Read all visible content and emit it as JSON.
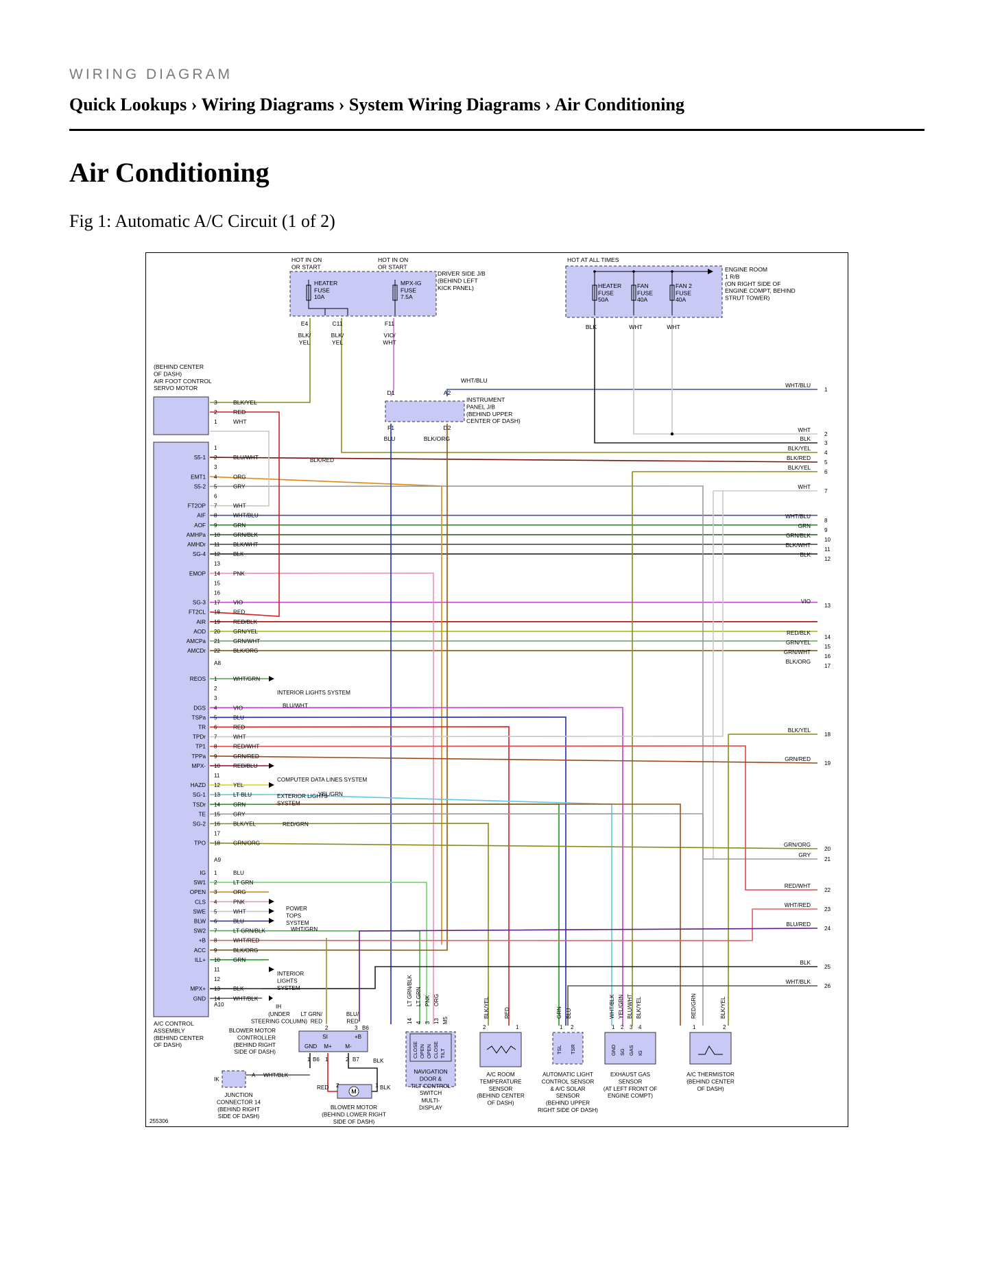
{
  "header": {
    "kicker": "WIRING DIAGRAM",
    "breadcrumb": [
      "Quick Lookups",
      "Wiring Diagrams",
      "System Wiring Diagrams",
      "Air Conditioning"
    ],
    "separator": "›"
  },
  "page_title": "Air Conditioning",
  "figure_caption": "Fig 1: Automatic A/C Circuit (1 of 2)",
  "diagram": {
    "image_id": "255306",
    "fuse_boxes": [
      {
        "notes": [
          "HOT IN ON",
          "OR START"
        ],
        "fuses": [
          {
            "name": [
              "HEATER",
              "FUSE"
            ],
            "rating": "10A"
          }
        ]
      },
      {
        "notes": [
          "HOT IN ON",
          "OR START"
        ],
        "fuses": [
          {
            "name": [
              "MPX-IG",
              "FUSE"
            ],
            "rating": "7.5A"
          }
        ]
      },
      {
        "label": [
          "DRIVER SIDE J/B",
          "(BEHIND LEFT",
          "KICK PANEL)"
        ]
      },
      {
        "notes": [
          "HOT AT ALL TIMES"
        ],
        "label": [
          "ENGINE ROOM",
          "1 R/B",
          "(ON RIGHT SIDE OF",
          "ENGINE COMPT, BEHIND",
          "STRUT TOWER)"
        ],
        "fuses": [
          {
            "name": [
              "HEATER",
              "FUSE"
            ],
            "rating": "50A"
          },
          {
            "name": [
              "FAN",
              "FUSE"
            ],
            "rating": "40A"
          },
          {
            "name": [
              "FAN 2",
              "FUSE"
            ],
            "rating": "40A"
          }
        ]
      }
    ],
    "jb_pins": [
      {
        "pin": "E4",
        "wire": [
          "BLK/",
          "YEL"
        ]
      },
      {
        "pin": "C11",
        "wire": [
          "BLK/",
          "YEL"
        ]
      },
      {
        "pin": "F11",
        "wire": [
          "VIO/",
          "WHT"
        ]
      }
    ],
    "r_b_wires": [
      "BLK",
      "WHT",
      "WHT"
    ],
    "instrument_panel": {
      "label": [
        "INSTRUMENT",
        "PANEL J/B",
        "(BEHIND UPPER",
        "CENTER OF DASH)"
      ],
      "pins": [
        "D1",
        "A2",
        "F1",
        "D2"
      ],
      "wires_in": [
        "WHT/BLU"
      ],
      "wires_out": [
        "BLU",
        "BLK/ORG"
      ]
    },
    "servo_motor": {
      "label": [
        "(BEHIND CENTER",
        "OF DASH)",
        "AIR FOOT CONTROL",
        "SERVO MOTOR"
      ],
      "pins": [
        {
          "n": "3",
          "wire": "BLK/YEL"
        },
        {
          "n": "2",
          "wire": "RED"
        },
        {
          "n": "1",
          "wire": "WHT"
        }
      ]
    },
    "ac_control": {
      "label": [
        "A/C CONTROL",
        "ASSEMBLY",
        "(BEHIND CENTER",
        "OF DASH)"
      ],
      "connector_a8": [
        {
          "n": "1",
          "sig": "",
          "wire": ""
        },
        {
          "n": "2",
          "sig": "S5-1",
          "wire": "BLU/WHT"
        },
        {
          "n": "3",
          "sig": "",
          "wire": ""
        },
        {
          "n": "4",
          "sig": "EMT1",
          "wire": "ORG"
        },
        {
          "n": "5",
          "sig": "S5-2",
          "wire": "GRY"
        },
        {
          "n": "6",
          "sig": "",
          "wire": ""
        },
        {
          "n": "7",
          "sig": "FT2OP",
          "wire": "WHT"
        },
        {
          "n": "8",
          "sig": "AIF",
          "wire": "WHT/BLU"
        },
        {
          "n": "9",
          "sig": "AOF",
          "wire": "GRN"
        },
        {
          "n": "10",
          "sig": "AMHPa",
          "wire": "GRN/BLK"
        },
        {
          "n": "11",
          "sig": "AMHDr",
          "wire": "BLK/WHT"
        },
        {
          "n": "12",
          "sig": "SG-4",
          "wire": "BLK"
        },
        {
          "n": "13",
          "sig": "",
          "wire": ""
        },
        {
          "n": "14",
          "sig": "EMOP",
          "wire": "PNK"
        },
        {
          "n": "15",
          "sig": "",
          "wire": ""
        },
        {
          "n": "16",
          "sig": "",
          "wire": ""
        },
        {
          "n": "17",
          "sig": "SG-3",
          "wire": "VIO"
        },
        {
          "n": "18",
          "sig": "FT2CL",
          "wire": "RED"
        },
        {
          "n": "19",
          "sig": "AIR",
          "wire": "RED/BLK"
        },
        {
          "n": "20",
          "sig": "AOD",
          "wire": "GRN/YEL"
        },
        {
          "n": "21",
          "sig": "AMCPa",
          "wire": "GRN/WHT"
        },
        {
          "n": "22",
          "sig": "AMCDr",
          "wire": "BLK/ORG"
        }
      ],
      "connector_a8_id": "A8",
      "connector_a9": [
        {
          "n": "1",
          "sig": "REOS",
          "wire": "WHT/GRN"
        },
        {
          "n": "2",
          "sig": "",
          "wire": ""
        },
        {
          "n": "3",
          "sig": "",
          "wire": ""
        },
        {
          "n": "4",
          "sig": "DGS",
          "wire": "VIO"
        },
        {
          "n": "5",
          "sig": "TSPa",
          "wire": "BLU"
        },
        {
          "n": "6",
          "sig": "TR",
          "wire": "RED"
        },
        {
          "n": "7",
          "sig": "TPDr",
          "wire": "WHT"
        },
        {
          "n": "8",
          "sig": "TP1",
          "wire": "RED/WHT"
        },
        {
          "n": "9",
          "sig": "TPPa",
          "wire": "GRN/RED"
        },
        {
          "n": "10",
          "sig": "MPX-",
          "wire": "RED/BLU"
        },
        {
          "n": "11",
          "sig": "",
          "wire": ""
        },
        {
          "n": "12",
          "sig": "HAZD",
          "wire": "YEL"
        },
        {
          "n": "13",
          "sig": "SG-1",
          "wire": "LT BLU"
        },
        {
          "n": "14",
          "sig": "TSDr",
          "wire": "GRN"
        },
        {
          "n": "15",
          "sig": "TE",
          "wire": "GRY"
        },
        {
          "n": "16",
          "sig": "SG-2",
          "wire": "BLK/YEL"
        },
        {
          "n": "17",
          "sig": "",
          "wire": ""
        },
        {
          "n": "18",
          "sig": "TPO",
          "wire": "GRN/ORG"
        }
      ],
      "connector_a9_id": "A9",
      "connector_a10": [
        {
          "n": "1",
          "sig": "IG",
          "wire": "BLU"
        },
        {
          "n": "2",
          "sig": "SW1",
          "wire": "LT GRN"
        },
        {
          "n": "3",
          "sig": "OPEN",
          "wire": "ORG"
        },
        {
          "n": "4",
          "sig": "CLS",
          "wire": "PNK"
        },
        {
          "n": "5",
          "sig": "SWE",
          "wire": "WHT"
        },
        {
          "n": "6",
          "sig": "BLW",
          "wire": "BLU"
        },
        {
          "n": "7",
          "sig": "SW2",
          "wire": "LT GRN/BLK"
        },
        {
          "n": "8",
          "sig": "+B",
          "wire": "WHT/RED"
        },
        {
          "n": "9",
          "sig": "ACC",
          "wire": "BLK/ORG"
        },
        {
          "n": "10",
          "sig": "ILL+",
          "wire": "GRN"
        },
        {
          "n": "11",
          "sig": "",
          "wire": ""
        },
        {
          "n": "12",
          "sig": "",
          "wire": ""
        },
        {
          "n": "13",
          "sig": "MPX+",
          "wire": "BLK"
        },
        {
          "n": "14",
          "sig": "GND",
          "wire": "WHT/BLK"
        }
      ],
      "connector_a10_id": "A10"
    },
    "splice_labels": [
      "BLK/RED",
      "BLU/WHT",
      "YEL/GRN",
      "RED/GRN",
      "WHT/GRN"
    ],
    "system_refs": [
      {
        "text": [
          "INTERIOR LIGHTS SYSTEM"
        ]
      },
      {
        "text": [
          "COMPUTER DATA LINES SYSTEM"
        ]
      },
      {
        "text": [
          "EXTERIOR LIGHTS",
          "SYSTEM"
        ]
      },
      {
        "text": [
          "POWER",
          "TOPS",
          "SYSTEM"
        ]
      },
      {
        "text": [
          "INTERIOR",
          "LIGHTS",
          "SYSTEM"
        ]
      }
    ],
    "ih_note": [
      "IH",
      "(UNDER",
      "STEERING COLUMN)"
    ],
    "continuation": [
      {
        "n": "1",
        "wire": "WHT/BLU"
      },
      {
        "n": "2",
        "wire": "WHT"
      },
      {
        "n": "3",
        "wire": "BLK"
      },
      {
        "n": "4",
        "wire": "BLK/YEL"
      },
      {
        "n": "5",
        "wire": "BLK/RED"
      },
      {
        "n": "6",
        "wire": "BLK/YEL"
      },
      {
        "n": "7",
        "wire": "WHT"
      },
      {
        "n": "8",
        "wire": "WHT/BLU"
      },
      {
        "n": "9",
        "wire": "GRN"
      },
      {
        "n": "10",
        "wire": "GRN/BLK"
      },
      {
        "n": "11",
        "wire": "BLK/WHT"
      },
      {
        "n": "12",
        "wire": "BLK"
      },
      {
        "n": "13",
        "wire": "VIO"
      },
      {
        "n": "14",
        "wire": "RED/BLK"
      },
      {
        "n": "15",
        "wire": "GRN/YEL"
      },
      {
        "n": "16",
        "wire": "GRN/WHT"
      },
      {
        "n": "17",
        "wire": "BLK/ORG"
      },
      {
        "n": "18",
        "wire": "BLK/YEL"
      },
      {
        "n": "19",
        "wire": "GRN/RED"
      },
      {
        "n": "20",
        "wire": "GRN/ORG"
      },
      {
        "n": "21",
        "wire": "GRY"
      },
      {
        "n": "22",
        "wire": "RED/WHT"
      },
      {
        "n": "23",
        "wire": "WHT/RED"
      },
      {
        "n": "24",
        "wire": "BLU/RED"
      },
      {
        "n": "25",
        "wire": "BLK"
      },
      {
        "n": "26",
        "wire": "WHT/BLK"
      }
    ],
    "components": {
      "blower_controller": {
        "label": [
          "BLOWER MOTOR",
          "CONTROLLER",
          "(BEHIND RIGHT",
          "SIDE OF DASH)"
        ],
        "terms": [
          "SI",
          "+B",
          "GND",
          "M+",
          "M-"
        ],
        "pins": [
          "2",
          "3",
          "B6",
          "1",
          "B6",
          "1",
          "2",
          "B7"
        ],
        "wires": [
          "LT GRN/",
          "RED",
          "BLU/",
          "RED",
          "BLK"
        ]
      },
      "blower_motor": {
        "label": [
          "BLOWER MOTOR",
          "(BEHIND LOWER RIGHT",
          "SIDE OF DASH)"
        ],
        "symbol": "M",
        "pins": [
          "2",
          "1"
        ],
        "wires": [
          "RED",
          "BLK"
        ]
      },
      "junction": {
        "label": [
          "JUNCTION",
          "CONNECTOR 14",
          "(BEHIND RIGHT",
          "SIDE OF DASH)"
        ],
        "pins": [
          "IK",
          "A"
        ],
        "wire": "WHT/BLK"
      },
      "nav_display": {
        "label": [
          "NAVIGATION",
          "DOOR &",
          "TILT CONTROL",
          "SWITCH"
        ],
        "sub": [
          "MULTI-",
          "DISPLAY"
        ],
        "terms": [
          "CLOSE",
          "OPEN",
          "OPEN",
          "CLOSE",
          "TILT"
        ],
        "pins": [
          "14",
          "4",
          "3",
          "13",
          "M5"
        ],
        "wires": [
          "LT GRN/BLK",
          "LT GRN",
          "PNK",
          "ORG"
        ]
      },
      "room_sensor": {
        "label": [
          "A/C ROOM",
          "TEMPERATURE",
          "SENSOR",
          "(BEHIND CENTER",
          "OF DASH)"
        ],
        "pins": [
          "2",
          "1"
        ],
        "wires": [
          "BLK/YEL",
          "RED"
        ]
      },
      "light_sensor": {
        "label": [
          "AUTOMATIC LIGHT",
          "CONTROL SENSOR",
          "& A/C SOLAR",
          "SENSOR",
          "(BEHIND UPPER",
          "RIGHT SIDE OF DASH)"
        ],
        "terms": [
          "TSL",
          "TSR"
        ],
        "pins": [
          "1",
          "2"
        ],
        "wires": [
          "GRN",
          "BLU"
        ]
      },
      "exhaust_sensor": {
        "label": [
          "EXHAUST GAS",
          "SENSOR",
          "(AT LEFT FRONT OF",
          "ENGINE COMPT)"
        ],
        "terms": [
          "GND",
          "SG",
          "GAS",
          "IG"
        ],
        "pins": [
          "1",
          "2",
          "3",
          "4"
        ],
        "wires": [
          "WHT/BLK",
          "YEL/GRN",
          "BLU/WHT",
          "BLK/YEL"
        ]
      },
      "thermistor": {
        "label": [
          "A/C THERMISTOR",
          "(BEHIND CENTER",
          "OF DASH)"
        ],
        "pins": [
          "1",
          "2"
        ],
        "wires": [
          "RED/GRN",
          "BLK/YEL"
        ]
      }
    }
  }
}
